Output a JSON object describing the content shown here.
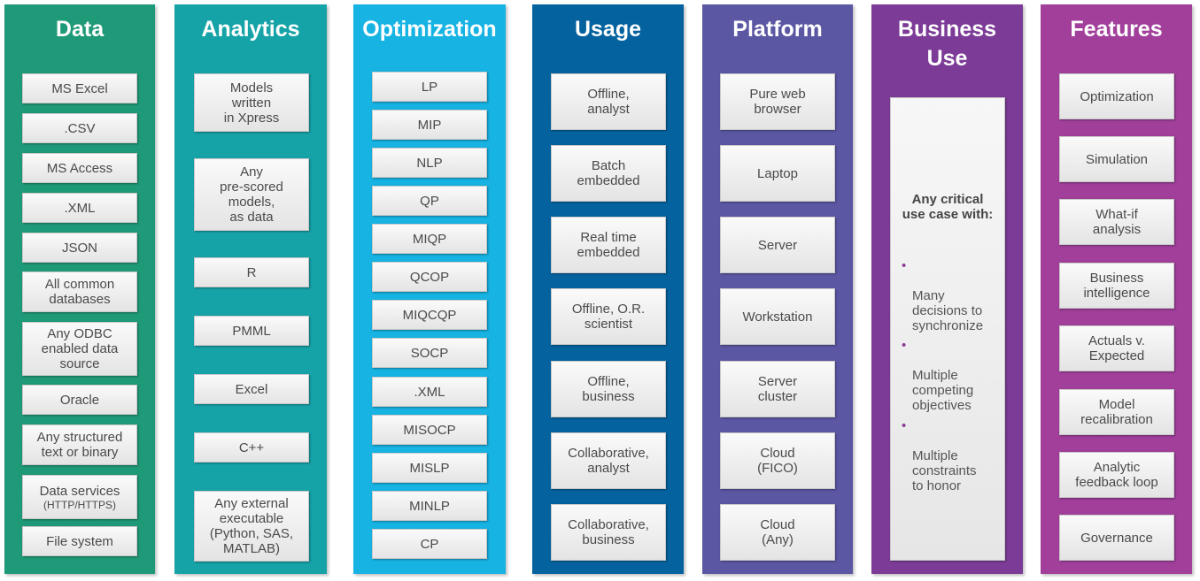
{
  "columns": [
    {
      "title": "Data",
      "color": "#1f9a78",
      "items": [
        "MS Excel",
        ".CSV",
        "MS Access",
        ".XML",
        "JSON",
        "All common\ndatabases",
        "Any ODBC\nenabled data\nsource",
        "Oracle",
        "Any structured\ntext or binary",
        "Data services",
        "File system"
      ],
      "item_note": "(HTTP/HTTPS)"
    },
    {
      "title": "Analytics",
      "color": "#16a3a8",
      "items": [
        "Models\nwritten\nin Xpress",
        "Any\npre-scored\nmodels,\nas data",
        "R",
        "PMML",
        "Excel",
        "C++",
        "Any external\nexecutable\n(Python, SAS,\nMATLAB)"
      ]
    },
    {
      "title": "Optimization",
      "color": "#17b3e3",
      "items": [
        "LP",
        "MIP",
        "NLP",
        "QP",
        "MIQP",
        "QCOP",
        "MIQCQP",
        "SOCP",
        ".XML",
        "MISOCP",
        "MISLP",
        "MINLP",
        "CP"
      ]
    },
    {
      "title": "Usage",
      "color": "#04629e",
      "items": [
        "Offline,\nanalyst",
        "Batch\nembedded",
        "Real time\nembedded",
        "Offline, O.R.\nscientist",
        "Offline,\nbusiness",
        "Collaborative,\nanalyst",
        "Collaborative,\nbusiness"
      ]
    },
    {
      "title": "Platform",
      "color": "#5b57a3",
      "items": [
        "Pure web\nbrowser",
        "Laptop",
        "Server",
        "Workstation",
        "Server\ncluster",
        "Cloud\n(FICO)",
        "Cloud\n(Any)"
      ]
    },
    {
      "title": "Business\nUse",
      "color": "#7c3b97",
      "heading": "Any critical\nuse case with:",
      "bullets": [
        "Many\ndecisions to\nsynchronize",
        "Multiple\ncompeting\nobjectives",
        "Multiple\nconstraints\nto honor"
      ]
    },
    {
      "title": "Features",
      "color": "#a13f9b",
      "items": [
        "Optimization",
        "Simulation",
        "What-if\nanalysis",
        "Business\nintelligence",
        "Actuals v.\nExpected",
        "Model\nrecalibration",
        "Analytic\nfeedback loop",
        "Governance"
      ]
    }
  ]
}
